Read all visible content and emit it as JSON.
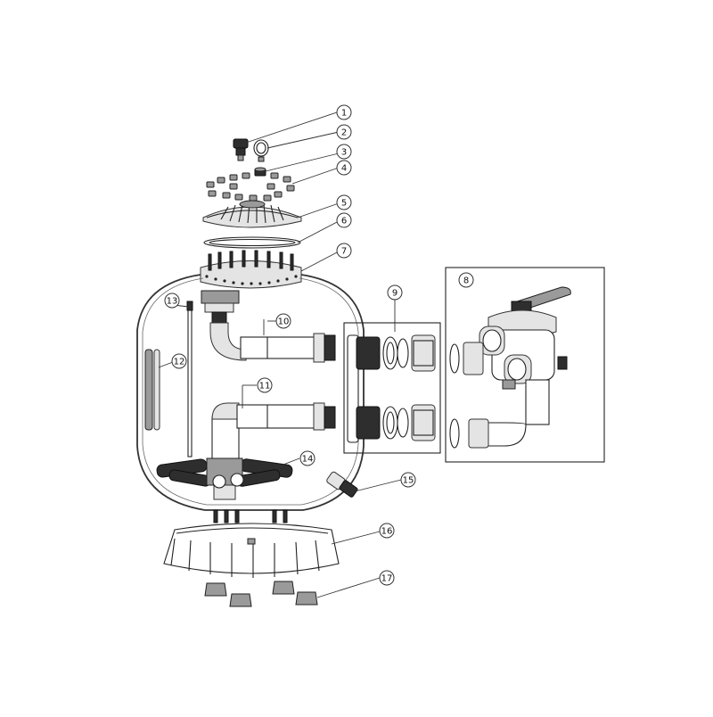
{
  "diagram": {
    "callouts": [
      {
        "id": 1,
        "label": "1"
      },
      {
        "id": 2,
        "label": "2"
      },
      {
        "id": 3,
        "label": "3"
      },
      {
        "id": 4,
        "label": "4"
      },
      {
        "id": 5,
        "label": "5"
      },
      {
        "id": 6,
        "label": "6"
      },
      {
        "id": 7,
        "label": "7"
      },
      {
        "id": 8,
        "label": "8"
      },
      {
        "id": 9,
        "label": "9"
      },
      {
        "id": 10,
        "label": "10"
      },
      {
        "id": 11,
        "label": "11"
      },
      {
        "id": 12,
        "label": "12"
      },
      {
        "id": 13,
        "label": "13"
      },
      {
        "id": 14,
        "label": "14"
      },
      {
        "id": 15,
        "label": "15"
      },
      {
        "id": 16,
        "label": "16"
      },
      {
        "id": 17,
        "label": "17"
      }
    ]
  }
}
